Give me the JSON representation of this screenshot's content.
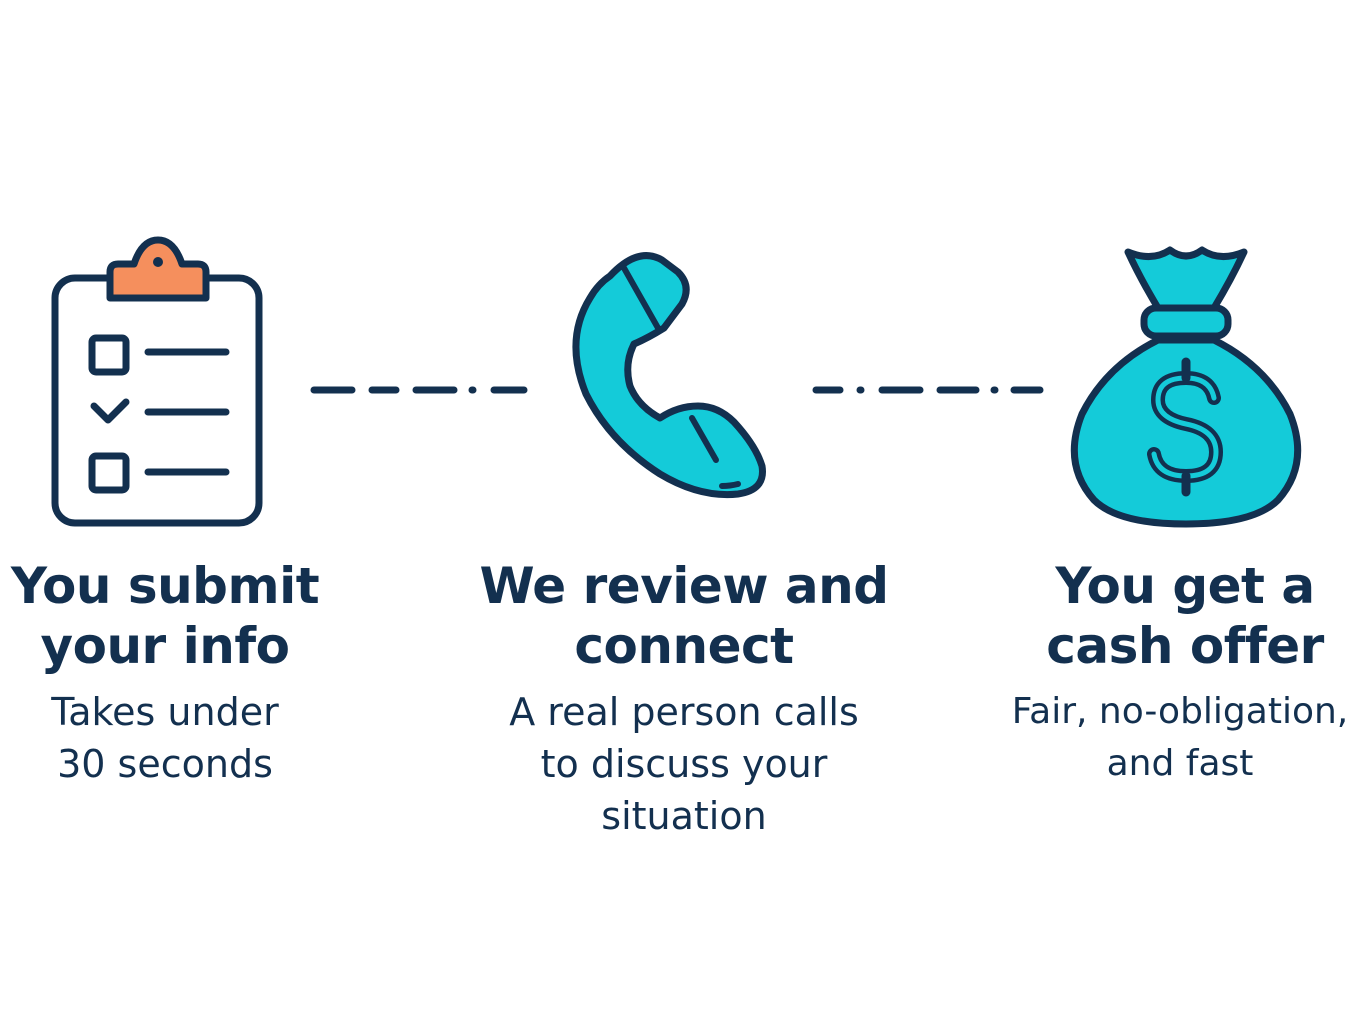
{
  "colors": {
    "navy": "#13304f",
    "teal": "#14cbd9",
    "orange": "#f58f5d",
    "background": "#ffffff"
  },
  "steps": [
    {
      "icon": "clipboard-checklist-icon",
      "title_lines": [
        "You submit",
        "your info"
      ],
      "desc_lines": [
        "Takes under",
        "30 seconds"
      ]
    },
    {
      "icon": "phone-handset-icon",
      "title_lines": [
        "We review and",
        "connect"
      ],
      "desc_lines": [
        "A real person calls",
        "to discuss your",
        "situation"
      ]
    },
    {
      "icon": "money-bag-icon",
      "title_lines": [
        "You get a",
        "cash offer"
      ],
      "desc_lines": [
        "Fair, no-obligation,",
        "and fast"
      ]
    }
  ],
  "connectors": [
    "dash-dot-connector",
    "dash-dot-connector"
  ]
}
